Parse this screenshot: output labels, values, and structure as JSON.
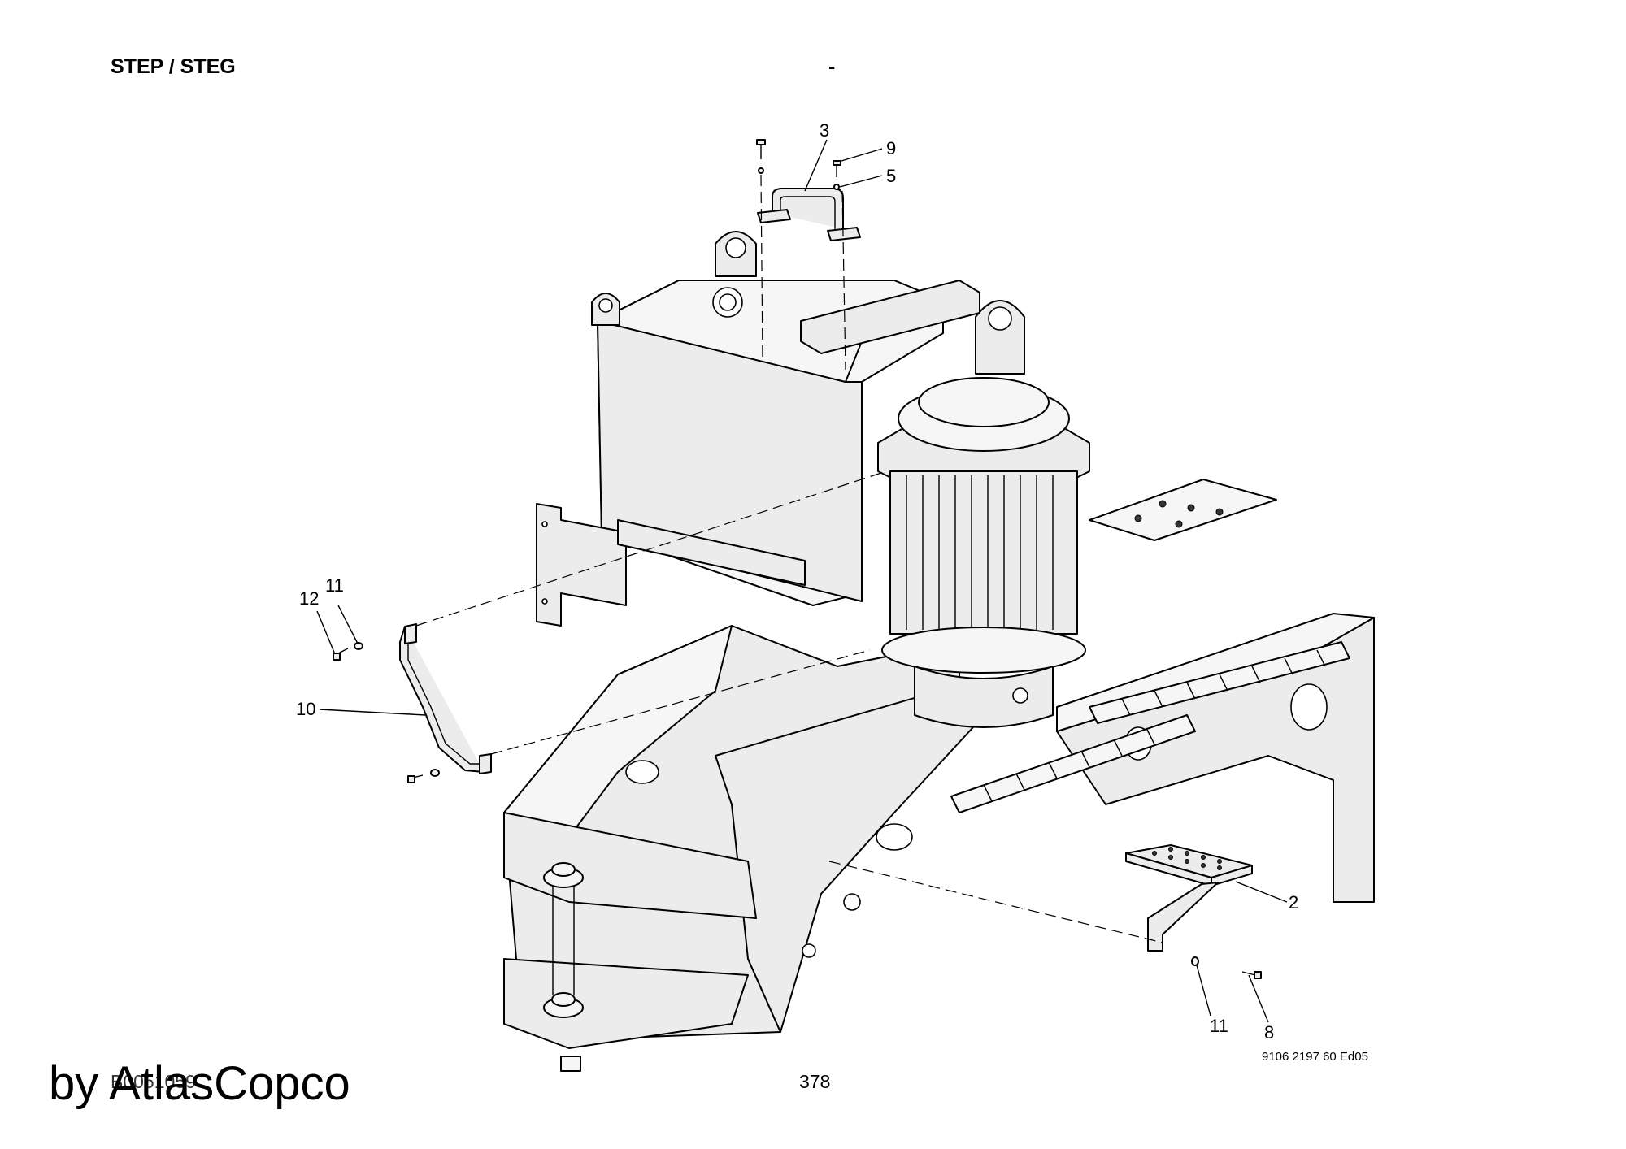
{
  "header": {
    "title": "STEP / STEG",
    "separator": "-"
  },
  "callouts": [
    {
      "label": "3"
    },
    {
      "label": "9"
    },
    {
      "label": "5"
    },
    {
      "label": "11"
    },
    {
      "label": "12"
    },
    {
      "label": "10"
    },
    {
      "label": "2"
    },
    {
      "label": "11"
    },
    {
      "label": "8"
    }
  ],
  "footer": {
    "doc_ref": "9106 2197 60 Ed05",
    "figure_id": "B0051059",
    "page_number": "378",
    "brand": "by AtlasCopco"
  }
}
